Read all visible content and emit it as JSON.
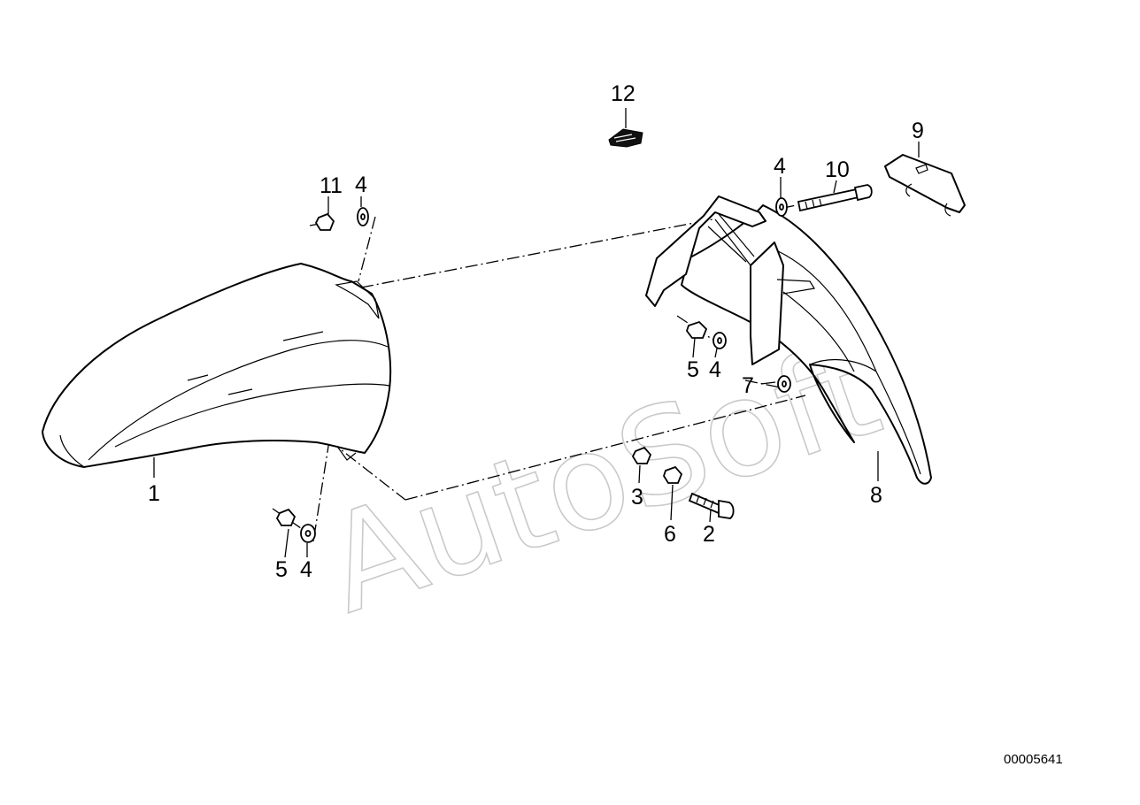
{
  "watermark": "AutoSoft",
  "document_number": "00005641",
  "callouts": [
    {
      "id": "c1",
      "label": "1"
    },
    {
      "id": "c2",
      "label": "2"
    },
    {
      "id": "c3",
      "label": "3"
    },
    {
      "id": "c4a",
      "label": "4"
    },
    {
      "id": "c4b",
      "label": "4"
    },
    {
      "id": "c4c",
      "label": "4"
    },
    {
      "id": "c4d",
      "label": "4"
    },
    {
      "id": "c5a",
      "label": "5"
    },
    {
      "id": "c5b",
      "label": "5"
    },
    {
      "id": "c6",
      "label": "6"
    },
    {
      "id": "c7",
      "label": "7"
    },
    {
      "id": "c8",
      "label": "8"
    },
    {
      "id": "c9",
      "label": "9"
    },
    {
      "id": "c10",
      "label": "10"
    },
    {
      "id": "c11",
      "label": "11"
    },
    {
      "id": "c12",
      "label": "12"
    }
  ]
}
